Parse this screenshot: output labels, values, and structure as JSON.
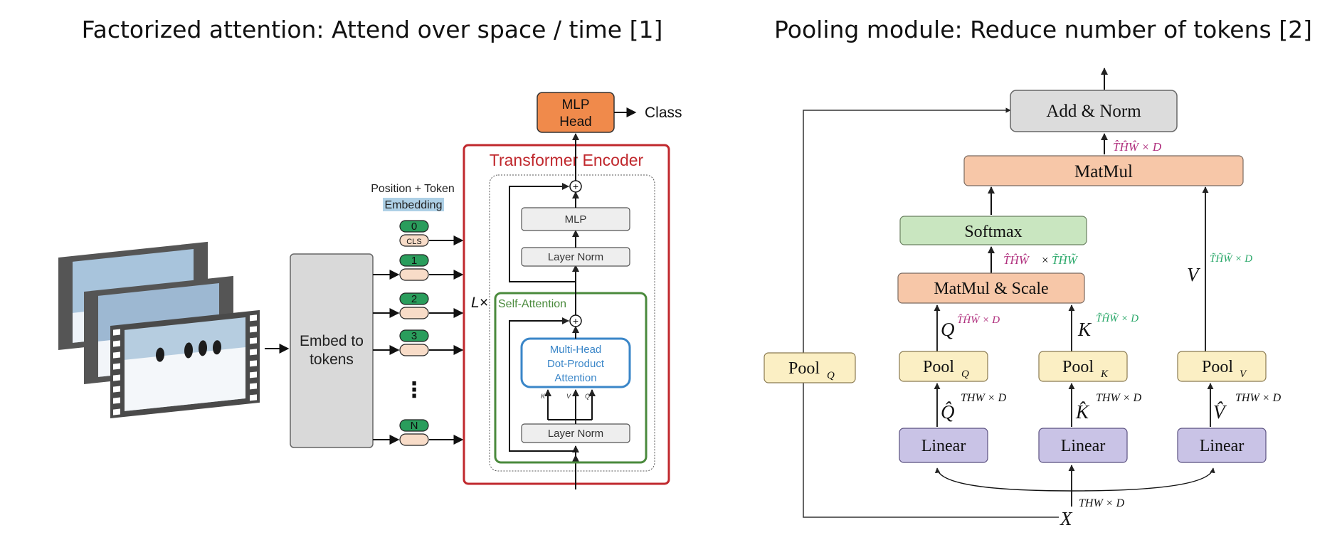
{
  "titles": {
    "left": "Factorized attention: Attend over space / time [1]",
    "right": "Pooling module: Reduce number of tokens [2]"
  },
  "left": {
    "mlp_head": [
      "MLP",
      "Head"
    ],
    "class_label": "Class",
    "transformer_encoder": "Transformer  Encoder",
    "position_token": "Position + Token",
    "embedding": "Embedding",
    "embed_to_tokens": [
      "Embed to",
      "tokens"
    ],
    "tokens": [
      "0",
      "1",
      "2",
      "3",
      "N"
    ],
    "cls": "CLS",
    "lx": "L×",
    "mlp": "MLP",
    "layer_norm": "Layer Norm",
    "self_attention": "Self-Attention",
    "multi_head": [
      "Multi-Head",
      "Dot-Product",
      "Attention"
    ],
    "kvq": [
      "K",
      "V",
      "Q"
    ],
    "plus": "+",
    "dots": "⋮"
  },
  "right": {
    "add_norm": "Add & Norm",
    "matmul": "MatMul",
    "softmax": "Softmax",
    "matmul_scale": "MatMul & Scale",
    "pool": "Pool",
    "pool_subs": [
      "Q",
      "Q",
      "K",
      "V"
    ],
    "linear": "Linear",
    "dims_top": "T̂ĤŴ × D",
    "dims_softmax": [
      "T̂ĤŴ",
      "×",
      "T̃H̃W̃"
    ],
    "q_label": "Q",
    "q_dim": "T̂ĤŴ × D",
    "k_label": "K",
    "k_dim": "T̃H̃W̃ × D",
    "v_label": "V",
    "v_dim": "T̃H̃W̃ × D",
    "qhat": "Q̂",
    "khat": "K̂",
    "vhat": "V̂",
    "thw_d": "THW × D",
    "x": "X"
  },
  "colors": {
    "orange": "#f08a4b",
    "red": "#c0282d",
    "green": "#4a8a3c",
    "blue": "#3a86c8",
    "token_green": "#2a9d5c",
    "token_peach": "#f8dcc8",
    "salmon": "#f7c7a8",
    "softmax_green": "#c9e6c0",
    "yellow": "#fbefc4",
    "purple": "#c9c3e6",
    "gray": "#dcdcdc",
    "magenta": "#b0307e",
    "teal": "#2aa86a"
  }
}
